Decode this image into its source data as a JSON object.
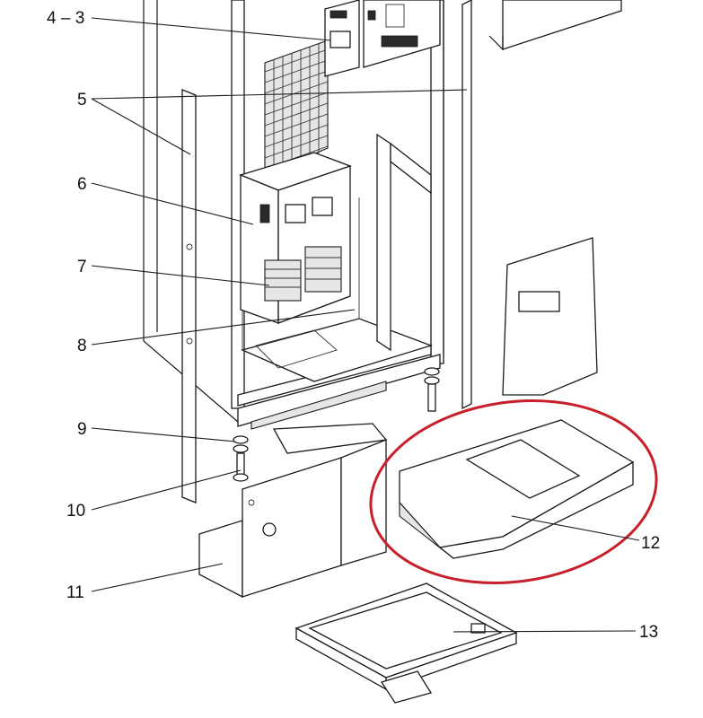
{
  "callouts": [
    {
      "id": "4-3",
      "text": "4 – 3"
    },
    {
      "id": "5",
      "text": "5"
    },
    {
      "id": "6",
      "text": "6"
    },
    {
      "id": "7",
      "text": "7"
    },
    {
      "id": "8",
      "text": "8"
    },
    {
      "id": "9",
      "text": "9"
    },
    {
      "id": "10",
      "text": "10"
    },
    {
      "id": "11",
      "text": "11"
    },
    {
      "id": "12",
      "text": "12"
    },
    {
      "id": "13",
      "text": "13"
    }
  ],
  "colors": {
    "highlight_ellipse": "#c8202a",
    "line": "#1a1a1a",
    "background": "#ffffff"
  }
}
